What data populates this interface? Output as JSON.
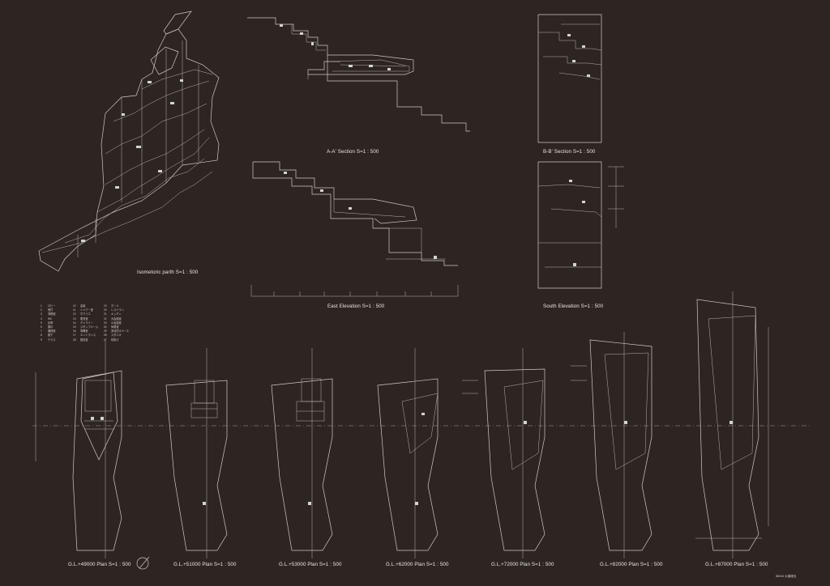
{
  "captions": {
    "isometric": "Isometoric parth  S=1 : 500",
    "section_aa": "A-A' Section  S=1 : 500",
    "section_bb": "B-B' Section  S=1 : 500",
    "east_elevation": "East Elevation  S=1 : 500",
    "south_elevation": "South Elevation  S=1 : 500"
  },
  "plans": [
    {
      "label": "G.L.+49000 Plan  S=1 : 500"
    },
    {
      "label": "G.L.+51000 Plan  S=1 : 500"
    },
    {
      "label": "G.L.+53000 Plan  S=1 : 500"
    },
    {
      "label": "G.L.+62000 Plan  S=1 : 500"
    },
    {
      "label": "G.L.+72000 Plan  S=1 : 500"
    },
    {
      "label": "G.L.+82000 Plan  S=1 : 500"
    },
    {
      "label": "G.L.+87000 Plan  S=1 : 500"
    }
  ],
  "legend": {
    "col1": [
      {
        "n": "1",
        "t": "ロビー"
      },
      {
        "n": "2",
        "t": "受付"
      },
      {
        "n": "3",
        "t": "事務室"
      },
      {
        "n": "4",
        "t": "WC"
      },
      {
        "n": "5",
        "t": "倉庫"
      },
      {
        "n": "6",
        "t": "展示"
      },
      {
        "n": "7",
        "t": "機械室"
      },
      {
        "n": "8",
        "t": "廊下"
      },
      {
        "n": "9",
        "t": "テラス"
      }
    ],
    "col2": [
      {
        "n": "10",
        "t": "会議"
      },
      {
        "n": "11",
        "t": "シャワー室"
      },
      {
        "n": "12",
        "t": "ホワイエ"
      },
      {
        "n": "13",
        "t": "更衣室"
      },
      {
        "n": "14",
        "t": "ギャラリー"
      },
      {
        "n": "15",
        "t": "スタッフルーム"
      },
      {
        "n": "16",
        "t": "準備室"
      },
      {
        "n": "17",
        "t": "エントランス"
      },
      {
        "n": "18",
        "t": "図書室"
      }
    ],
    "col3": [
      {
        "n": "19",
        "t": "ホール"
      },
      {
        "n": "20",
        "t": "レストラン"
      },
      {
        "n": "21",
        "t": "キッチン"
      },
      {
        "n": "22",
        "t": "大会議室"
      },
      {
        "n": "23",
        "t": "小会議室"
      },
      {
        "n": "24",
        "t": "休憩室"
      },
      {
        "n": "25",
        "t": "多目的スペース"
      },
      {
        "n": "26",
        "t": "スタジオ"
      },
      {
        "n": "27",
        "t": "吹抜け"
      }
    ]
  },
  "credit": "56016  大橋雄也",
  "north_symbol": "north-arrow-icon"
}
